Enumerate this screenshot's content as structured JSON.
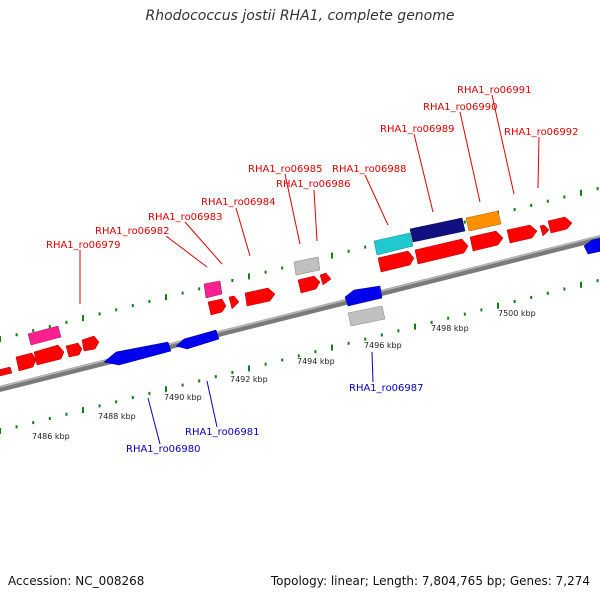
{
  "title": "Rhodococcus jostii RHA1, complete genome",
  "footer": {
    "accession": "Accession: NC_008268",
    "stats": "Topology: linear; Length: 7,804,765 bp; Genes: 7,274"
  },
  "colors": {
    "forward_label": "#e00000",
    "reverse_label": "#0000cc",
    "backbone": "#808080",
    "tick": "#108010"
  },
  "scale": {
    "unit": "kbp",
    "labels": [
      {
        "text": "7486 kbp",
        "kbp": 7486
      },
      {
        "text": "7488 kbp",
        "kbp": 7488
      },
      {
        "text": "7490 kbp",
        "kbp": 7490
      },
      {
        "text": "7492 kbp",
        "kbp": 7492
      },
      {
        "text": "7494 kbp",
        "kbp": 7494
      },
      {
        "text": "7496 kbp",
        "kbp": 7496
      },
      {
        "text": "7498 kbp",
        "kbp": 7498
      },
      {
        "text": "7500 kbp",
        "kbp": 7500
      }
    ]
  },
  "gene_labels_forward": [
    {
      "name": "RHA1_ro06979"
    },
    {
      "name": "RHA1_ro06982"
    },
    {
      "name": "RHA1_ro06983"
    },
    {
      "name": "RHA1_ro06984"
    },
    {
      "name": "RHA1_ro06985"
    },
    {
      "name": "RHA1_ro06986"
    },
    {
      "name": "RHA1_ro06988"
    },
    {
      "name": "RHA1_ro06989"
    },
    {
      "name": "RHA1_ro06990"
    },
    {
      "name": "RHA1_ro06991"
    },
    {
      "name": "RHA1_ro06992"
    }
  ],
  "gene_labels_reverse": [
    {
      "name": "RHA1_ro06980"
    },
    {
      "name": "RHA1_ro06981"
    },
    {
      "name": "RHA1_ro06987"
    }
  ],
  "features": [
    {
      "type": "gene",
      "strand": "forward",
      "color": "#ff0000"
    },
    {
      "type": "gene",
      "strand": "reverse",
      "color": "#0000ee"
    },
    {
      "type": "gene",
      "strand": "forward",
      "color": "#ff2090"
    },
    {
      "type": "gene",
      "strand": "forward",
      "color": "#c0c0c0"
    },
    {
      "type": "gene",
      "strand": "forward",
      "color": "#20c8d0"
    },
    {
      "type": "gene",
      "strand": "forward",
      "color": "#101080"
    },
    {
      "type": "gene",
      "strand": "forward",
      "color": "#ff9000"
    }
  ]
}
